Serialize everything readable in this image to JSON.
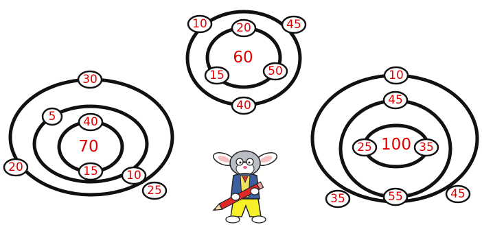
{
  "targets": {
    "top": {
      "center": "60",
      "inner": [
        "20",
        "15",
        "50"
      ],
      "outer": [
        "10",
        "45",
        "40"
      ]
    },
    "left": {
      "center": "70",
      "inner": [
        "40",
        "15"
      ],
      "middle": [
        "5",
        "10"
      ],
      "outer": [
        "30",
        "20",
        "25"
      ]
    },
    "right": {
      "center": "100",
      "inner": [
        "25",
        "35"
      ],
      "middle": [
        "45",
        "55"
      ],
      "outer": [
        "10",
        "35",
        "45"
      ]
    }
  },
  "colors": {
    "number": "#e00000",
    "ring": "#111111",
    "background": "#ffffff"
  },
  "icons": [
    "rabbit-with-pencil-icon"
  ]
}
